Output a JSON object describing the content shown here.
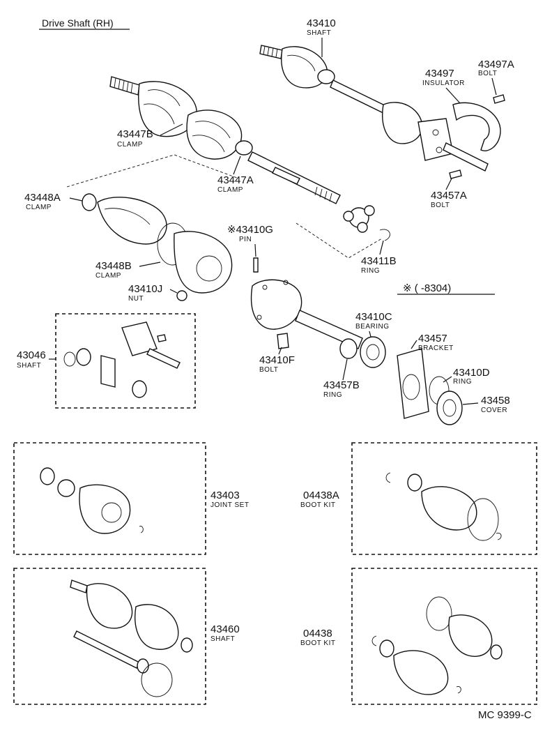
{
  "title": "Drive Shaft (RH)",
  "footer_code": "MC 9399-C",
  "note_range": "※ (        -8304)",
  "parts": {
    "p43410": {
      "number": "43410",
      "name": "SHAFT"
    },
    "p43497A": {
      "number": "43497A",
      "name": "BOLT"
    },
    "p43497": {
      "number": "43497",
      "name": "INSULATOR"
    },
    "p43447B": {
      "number": "43447B",
      "name": "CLAMP"
    },
    "p43447A": {
      "number": "43447A",
      "name": "CLAMP"
    },
    "p43448A": {
      "number": "43448A",
      "name": "CLAMP"
    },
    "p43457A": {
      "number": "43457A",
      "name": "BOLT"
    },
    "p43410G": {
      "number": "※43410G",
      "name": "PIN"
    },
    "p43411B": {
      "number": "43411B",
      "name": "RING"
    },
    "p43448B": {
      "number": "43448B",
      "name": "CLAMP"
    },
    "p43410J": {
      "number": "43410J",
      "name": "NUT"
    },
    "p43410C": {
      "number": "43410C",
      "name": "BEARING"
    },
    "p43457": {
      "number": "43457",
      "name": "BRACKET"
    },
    "p43046": {
      "number": "43046",
      "name": "SHAFT"
    },
    "p43410F": {
      "number": "43410F",
      "name": "BOLT"
    },
    "p43410D": {
      "number": "43410D",
      "name": "RING"
    },
    "p43457B": {
      "number": "43457B",
      "name": "RING"
    },
    "p43458": {
      "number": "43458",
      "name": "COVER"
    },
    "p43403": {
      "number": "43403",
      "name": "JOINT SET"
    },
    "p04438A": {
      "number": "04438A",
      "name": "BOOT KIT"
    },
    "p43460": {
      "number": "43460",
      "name": "SHAFT"
    },
    "p04438": {
      "number": "04438",
      "name": "BOOT KIT"
    }
  }
}
